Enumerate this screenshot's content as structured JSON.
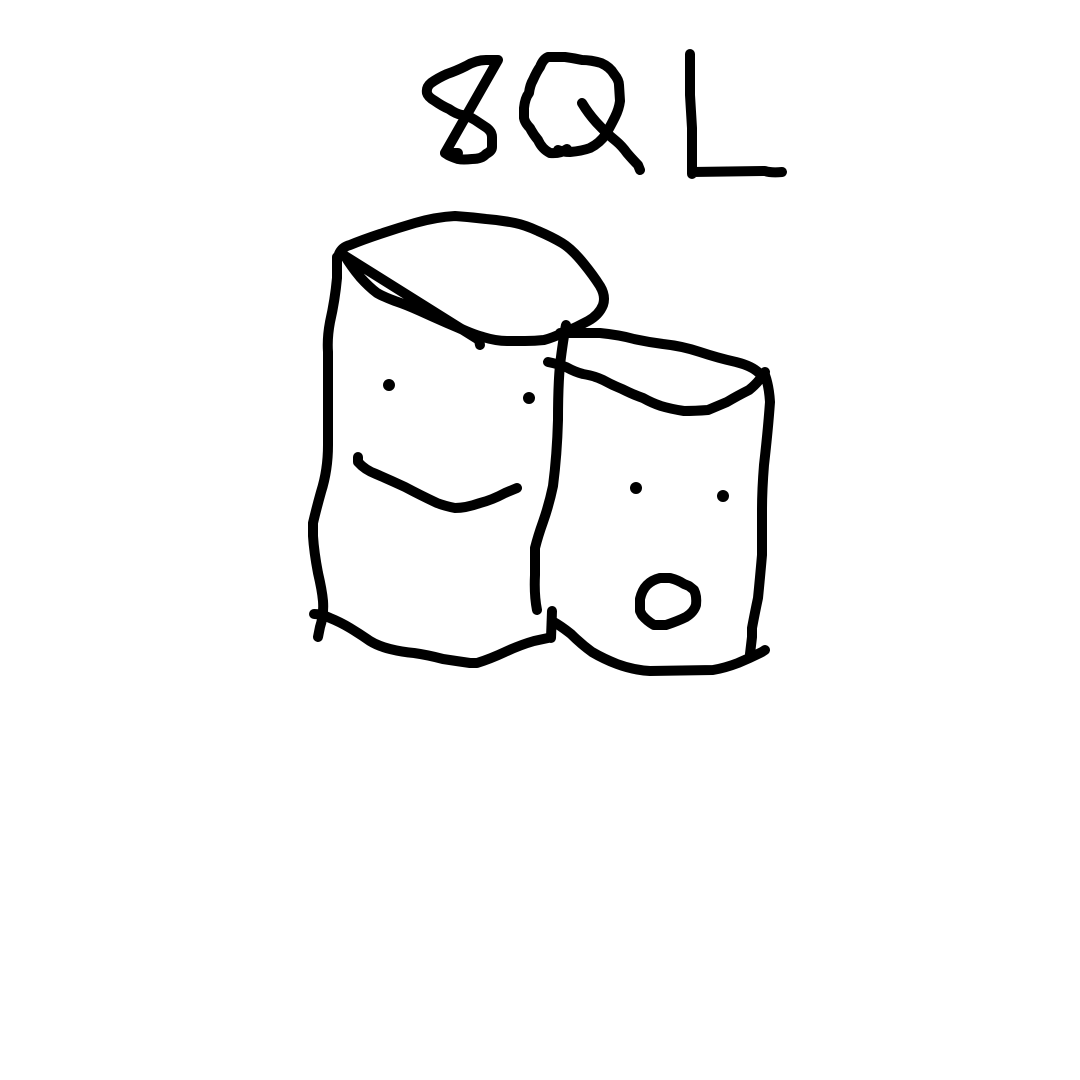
{
  "drawing": {
    "title_text": "SQL",
    "ink_color": "#000000",
    "background_color": "#ffffff",
    "characters": [
      {
        "name": "left-cylinder",
        "expression": "smile"
      },
      {
        "name": "right-cylinder",
        "expression": "surprised"
      }
    ]
  }
}
